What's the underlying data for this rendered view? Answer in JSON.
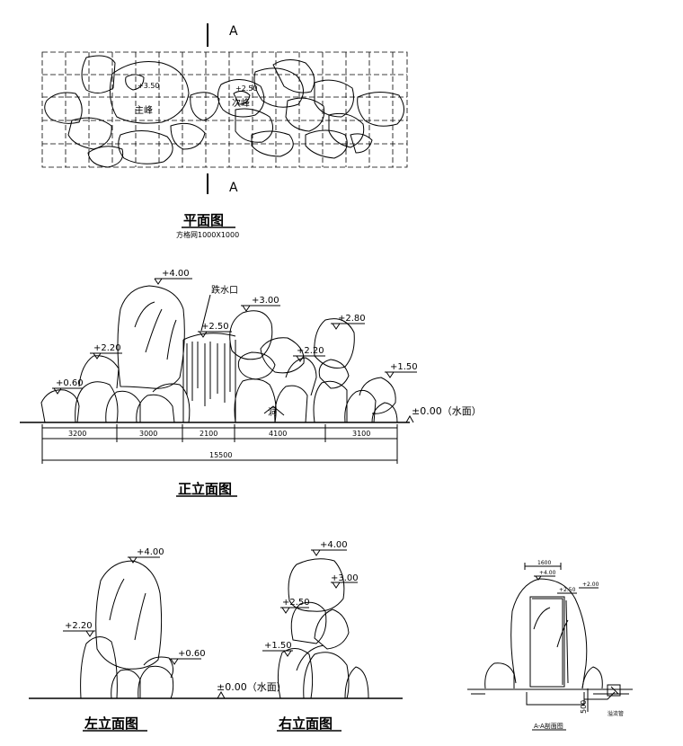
{
  "section_mark": "A",
  "plan": {
    "title": "平面图",
    "subtitle": "方格网1000X1000",
    "labels": {
      "level": "+3.50",
      "peak_main": "主峰",
      "level2": "+2.50",
      "peak_sub": "次峰"
    }
  },
  "front": {
    "title": "正立面图",
    "levels": [
      "+4.00",
      "+3.00",
      "+2.80",
      "+2.20",
      "+2.50",
      "+2.20",
      "+1.50",
      "+0.60"
    ],
    "notes": {
      "waterfall": "跌水口",
      "cave": "洞",
      "water": "±0.00（水面）"
    },
    "dims": [
      "3200",
      "3000",
      "2100",
      "4100",
      "3100"
    ],
    "total": "15500"
  },
  "left": {
    "title": "左立面图",
    "levels": [
      "+4.00",
      "+2.20",
      "+0.60"
    ],
    "water": "±0.00（水面）"
  },
  "right": {
    "title": "右立面图",
    "levels": [
      "+4.00",
      "+3.00",
      "+2.50",
      "+1.50"
    ]
  },
  "section": {
    "title": "A-A剖面图",
    "dim_top": "1600",
    "dim_side": "500",
    "levels": [
      "+4.00",
      "+2.50",
      "+2.00"
    ],
    "note": "溢流管"
  }
}
